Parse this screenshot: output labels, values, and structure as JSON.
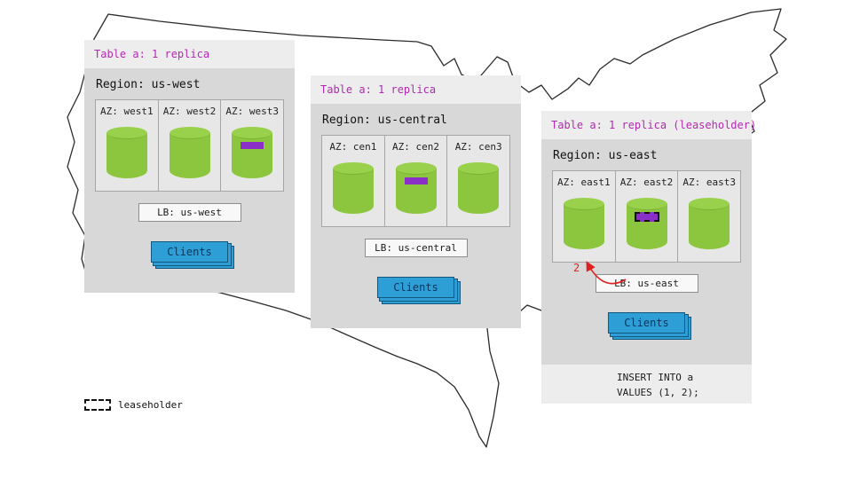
{
  "panels": [
    {
      "header": "Table a: 1 replica",
      "region": "Region: us-west",
      "azs": [
        {
          "label": "AZ: west1",
          "replica": false,
          "leaseholder": false
        },
        {
          "label": "AZ: west2",
          "replica": false,
          "leaseholder": false
        },
        {
          "label": "AZ: west3",
          "replica": true,
          "leaseholder": false
        }
      ],
      "lb": "LB: us-west",
      "clients": "Clients"
    },
    {
      "header": "Table a: 1 replica",
      "region": "Region: us-central",
      "azs": [
        {
          "label": "AZ: cen1",
          "replica": false,
          "leaseholder": false
        },
        {
          "label": "AZ: cen2",
          "replica": true,
          "leaseholder": false
        },
        {
          "label": "AZ: cen3",
          "replica": false,
          "leaseholder": false
        }
      ],
      "lb": "LB: us-central",
      "clients": "Clients"
    },
    {
      "header": "Table a: 1 replica (leaseholder)",
      "region": "Region: us-east",
      "azs": [
        {
          "label": "AZ: east1",
          "replica": false,
          "leaseholder": false
        },
        {
          "label": "AZ: east2",
          "replica": true,
          "leaseholder": true
        },
        {
          "label": "AZ: east3",
          "replica": false,
          "leaseholder": false
        }
      ],
      "lb": "LB: us-east",
      "clients": "Clients",
      "annotation": "2",
      "insert_line1": "INSERT INTO a",
      "insert_line2": "VALUES (1, 2);"
    }
  ],
  "legend": {
    "label": "leaseholder"
  },
  "colors": {
    "accent_magenta": "#b429b4",
    "replica_green": "#8cc63e",
    "replica_purple": "#8b2fc9",
    "clients_blue": "#2e9ed6",
    "annotation_red": "#e02020",
    "map_outline": "#2b2b2b"
  }
}
